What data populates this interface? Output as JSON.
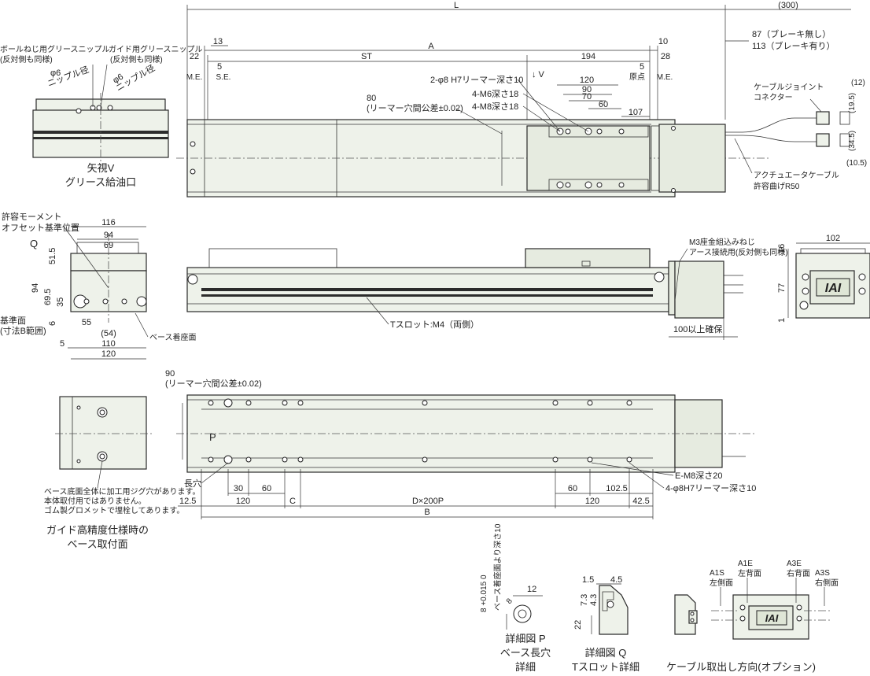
{
  "top": {
    "L": "L",
    "p300": "(300)",
    "A": "A",
    "ST": "ST",
    "d13": "13",
    "d22": "22",
    "d5a": "5",
    "d10": "10",
    "d28": "28",
    "d5b": "5",
    "d194": "194",
    "ME1": "M.E.",
    "SE": "S.E.",
    "origin": "原点",
    "ME2": "M.E.",
    "brake1": "87（ブレーキ無し）",
    "brake2": "113（ブレーキ有り）",
    "grease_ball1": "ボールねじ用グリースニップル",
    "grease_ball2": "(反対側も同様)",
    "grease_guide1": "ガイド用グリースニップル",
    "grease_guide2": "(反対側も同様)",
    "phi6a": "φ6",
    "nip1": "ニップル径",
    "phi6b": "φ6",
    "nip2": "ニップル径",
    "viewV1": "矢視V",
    "viewV2": "グリース給油口",
    "arrowV": "↓ V",
    "reamer2": "2-φ8 H7リーマー深さ10",
    "m6": "4-M6深さ18",
    "m8": "4-M8深さ18",
    "d120": "120",
    "d90": "90",
    "d70": "70",
    "d60": "60",
    "d107": "107",
    "d80": "80",
    "tol80": "(リーマー穴間公差±0.02)",
    "cable_joint1": "ケーブルジョイント",
    "cable_joint2": "コネクター",
    "d12": "(12)",
    "d19_5": "(19.5)",
    "d34_5": "(34.5)",
    "d10_5": "(10.5)",
    "act_cable1": "アクチュエータケーブル",
    "act_cable2": "許容曲げR50"
  },
  "mid": {
    "moment1": "許容モーメント",
    "moment2": "オフセット基準位置",
    "Q": "Q",
    "d116": "116",
    "d94": "94",
    "d69": "69",
    "d51_5": "51.5",
    "d94v": "94",
    "d69_5": "69.5",
    "d35": "35",
    "d6": "6",
    "d55": "55",
    "d54": "(54)",
    "d110": "110",
    "d120": "120",
    "d5": "5",
    "ref1": "基準面",
    "ref2": "(寸法B範囲)",
    "base_seat": "ベース着座面",
    "tslot": "Tスロット:M4（両側）",
    "m3a": "M3座金組込みねじ",
    "m3b": "アース接続用(反対側も同様)",
    "d100": "100以上確保",
    "d102": "102",
    "d16": "16",
    "d77": "77",
    "d1": "1",
    "logo": "IAI"
  },
  "bottom": {
    "d90": "90",
    "tol90": "(リーマー穴間公差±0.02)",
    "P": "P",
    "slot": "長穴",
    "d12_5": "12.5",
    "d30": "30",
    "d60a": "60",
    "d120a": "120",
    "C": "C",
    "DxP": "D×200P",
    "d60b": "60",
    "d102_5": "102.5",
    "d120b": "120",
    "d42_5": "42.5",
    "B": "B",
    "em8": "E-M8深さ20",
    "reamer4": "4-φ8H7リーマー深さ10",
    "note1": "ベース底面全体に加工用ジグ穴があります。",
    "note2": "本体取付用ではありません。",
    "note3": "ゴム製グロメットで埋栓してあります。",
    "guide1": "ガイド高精度仕様時の",
    "guide2": "ベース取付面"
  },
  "details": {
    "depth": "ベース着座面より深さ10",
    "d8": "8 +0.015 0",
    "d12": "12",
    "d8b": "8",
    "P1": "詳細図 P",
    "P2": "ベース長穴",
    "P3": "詳細",
    "d1_5": "1.5",
    "d4_5": "4.5",
    "d7_3": "7.3",
    "d4_3": "4.3",
    "d22": "22",
    "Q1": "詳細図 Q",
    "Q2": "Tスロット詳細",
    "cable_dir": "ケーブル取出し方向(オプション)",
    "A1S": "A1S",
    "A1S_s": "左側面",
    "A1E": "A1E",
    "A1E_s": "左背面",
    "A3E": "A3E",
    "A3E_s": "右背面",
    "A3S": "A3S",
    "A3S_s": "右側面",
    "logo": "IAI"
  }
}
